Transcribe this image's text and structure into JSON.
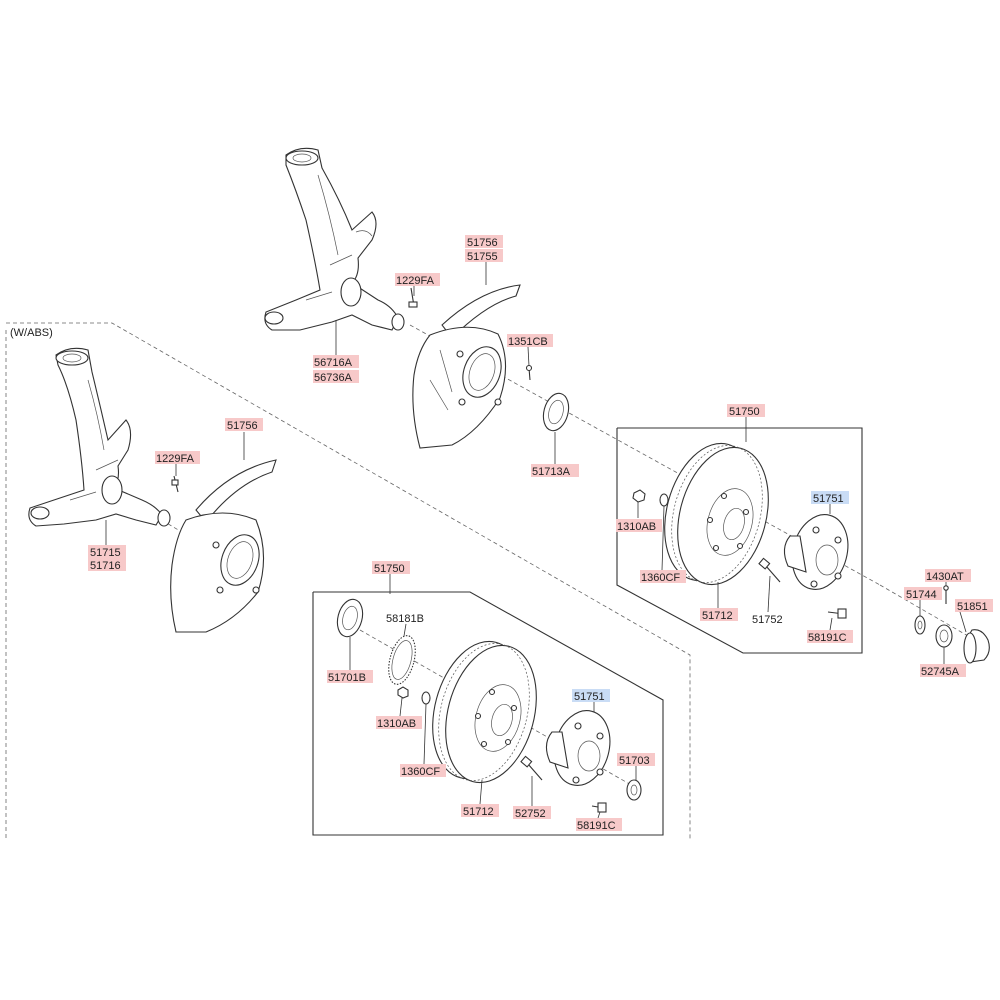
{
  "variant_label": "(W/ABS)",
  "colors": {
    "label_highlight": "#f7c9c9",
    "label_highlight_alt": "#c9dcf5",
    "line": "#333333"
  },
  "labels": {
    "l_56716A": "56716A",
    "l_56736A": "56736A",
    "l_1229FA_top": "1229FA",
    "l_51756_top": "51756",
    "l_51755": "51755",
    "l_1351CB": "1351CB",
    "l_51713A": "51713A",
    "l_51715": "51715",
    "l_51716": "51716",
    "l_1229FA_left": "1229FA",
    "l_51756_left": "51756",
    "l_51750_right": "51750",
    "l_1310AB_right": "1310AB",
    "l_1360CF_right": "1360CF",
    "l_51712_right": "51712",
    "l_51752_right": "51752",
    "l_51751_right": "51751",
    "l_58191C_right": "58191C",
    "l_1430AT": "1430AT",
    "l_51744": "51744",
    "l_51851": "51851",
    "l_52745A": "52745A",
    "l_51750_bottom": "51750",
    "l_58181B": "58181B",
    "l_51701B": "51701B",
    "l_1310AB_bottom": "1310AB",
    "l_1360CF_bottom": "1360CF",
    "l_51712_bottom": "51712",
    "l_52752": "52752",
    "l_51751_bottom": "51751",
    "l_51703": "51703",
    "l_58191C_bottom": "58191C"
  }
}
